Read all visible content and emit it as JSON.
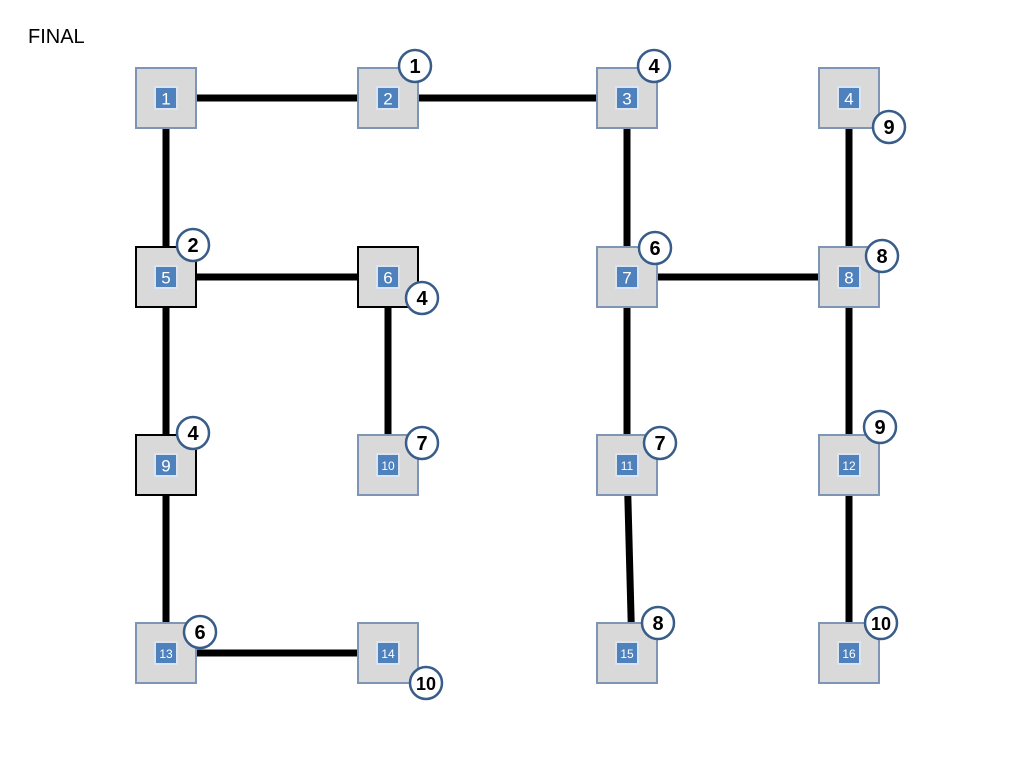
{
  "title": "FINAL",
  "colors": {
    "node_fill": "#d9d9d9",
    "node_border_blue": "#7f95b5",
    "node_border_black": "#000000",
    "inner_fill": "#4f81bd",
    "badge_stroke": "#385d8a",
    "edge": "#000000"
  },
  "nodes": [
    {
      "id": 1,
      "label": "1",
      "badge": "",
      "border": "blue"
    },
    {
      "id": 2,
      "label": "2",
      "badge": "1",
      "border": "blue"
    },
    {
      "id": 3,
      "label": "3",
      "badge": "4",
      "border": "blue"
    },
    {
      "id": 4,
      "label": "4",
      "badge": "9",
      "border": "blue"
    },
    {
      "id": 5,
      "label": "5",
      "badge": "2",
      "border": "black"
    },
    {
      "id": 6,
      "label": "6",
      "badge": "4",
      "border": "black"
    },
    {
      "id": 7,
      "label": "7",
      "badge": "6",
      "border": "blue"
    },
    {
      "id": 8,
      "label": "8",
      "badge": "8",
      "border": "blue"
    },
    {
      "id": 9,
      "label": "9",
      "badge": "4",
      "border": "black"
    },
    {
      "id": 10,
      "label": "10",
      "badge": "7",
      "border": "blue"
    },
    {
      "id": 11,
      "label": "11",
      "badge": "7",
      "border": "blue"
    },
    {
      "id": 12,
      "label": "12",
      "badge": "9",
      "border": "blue"
    },
    {
      "id": 13,
      "label": "13",
      "badge": "6",
      "border": "blue"
    },
    {
      "id": 14,
      "label": "14",
      "badge": "10",
      "border": "blue"
    },
    {
      "id": 15,
      "label": "15",
      "badge": "8",
      "border": "blue"
    },
    {
      "id": 16,
      "label": "16",
      "badge": "10",
      "border": "blue"
    }
  ],
  "edges": [
    [
      1,
      2
    ],
    [
      2,
      3
    ],
    [
      1,
      5
    ],
    [
      5,
      6
    ],
    [
      5,
      9
    ],
    [
      9,
      13
    ],
    [
      13,
      14
    ],
    [
      6,
      10
    ],
    [
      3,
      7
    ],
    [
      7,
      8
    ],
    [
      7,
      11
    ],
    [
      11,
      15
    ],
    [
      4,
      8
    ],
    [
      8,
      12
    ],
    [
      12,
      16
    ]
  ]
}
